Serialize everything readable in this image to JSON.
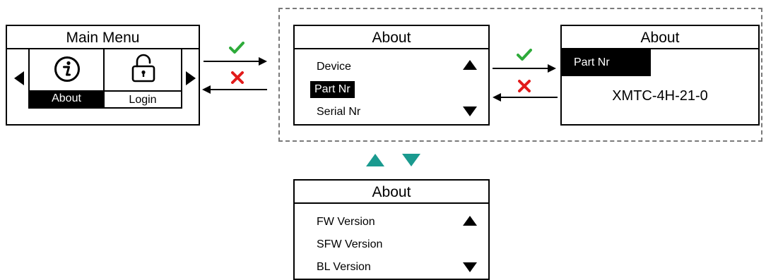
{
  "main_menu": {
    "title": "Main Menu",
    "items": [
      {
        "label": "About",
        "icon": "info-icon",
        "selected": true
      },
      {
        "label": "Login",
        "icon": "lock-icon",
        "selected": false
      }
    ]
  },
  "about_screen_1": {
    "title": "About",
    "items": [
      {
        "label": "Device",
        "selected": false
      },
      {
        "label": "Part Nr",
        "selected": true
      },
      {
        "label": "Serial Nr",
        "selected": false
      }
    ]
  },
  "about_screen_2": {
    "title": "About",
    "selected_item": "Part Nr",
    "value": "XMTC-4H-21-0"
  },
  "about_screen_3": {
    "title": "About",
    "items": [
      {
        "label": "FW Version",
        "selected": false
      },
      {
        "label": "SFW Version",
        "selected": false
      },
      {
        "label": "BL Version",
        "selected": false
      }
    ]
  },
  "colors": {
    "confirm": "#2eab3a",
    "cancel": "#e21b1b",
    "scroll": "#1a9a8f",
    "dashed_border": "#7a7a7a"
  },
  "icons": [
    "check-icon",
    "cross-icon",
    "info-icon",
    "lock-icon",
    "triangle-left-icon",
    "triangle-right-icon",
    "triangle-up-icon",
    "triangle-down-icon"
  ]
}
